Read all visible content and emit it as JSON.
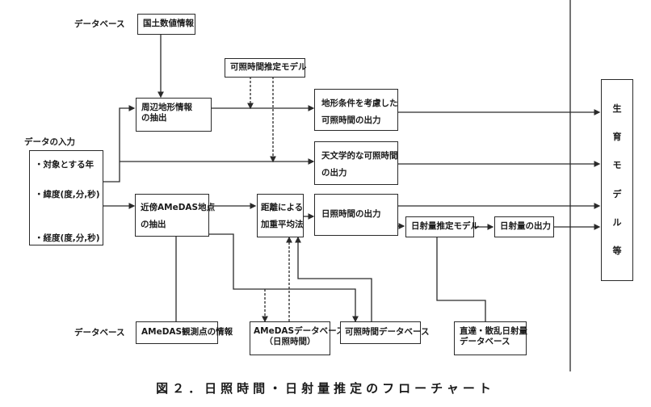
{
  "labels": {
    "db_top": "データベース",
    "data_input": "データの入力",
    "db_bottom": "データベース"
  },
  "boxes": {
    "national_land": [
      "国土数値情報"
    ],
    "possible_sunshine_model": [
      "可照時間推定モデル"
    ],
    "terrain_extract": [
      "周辺地形情報",
      "の抽出"
    ],
    "terrain_output": [
      "地形条件を考慮した",
      "可照時間の出力"
    ],
    "astro_output": [
      "天文学的な可照時間",
      "の出力"
    ],
    "input_items": [
      "・対象とする年",
      "・緯度(度,分,秒)",
      "・経度(度,分,秒)"
    ],
    "amedas_extract": [
      "近傍AMeDAS地点",
      "の抽出"
    ],
    "distance_weight": [
      "距離による",
      "加重平均法"
    ],
    "sunshine_output": [
      "日照時間の出力"
    ],
    "radiation_model": [
      "日射量推定モデル"
    ],
    "radiation_output": [
      "日射量の出力"
    ],
    "growth_model": [
      "生",
      "育",
      "モ",
      "デ",
      "ル",
      "等"
    ],
    "amedas_points_db": [
      "AMeDAS観測点の情報"
    ],
    "amedas_db": [
      "AMeDASデータベース",
      "（日照時間）"
    ],
    "possible_sunshine_db": [
      "可照時間データベース"
    ],
    "radiation_db": [
      "直達・散乱日射量",
      "データベース"
    ]
  },
  "caption": "図２．日照時間・日射量推定のフローチャート"
}
